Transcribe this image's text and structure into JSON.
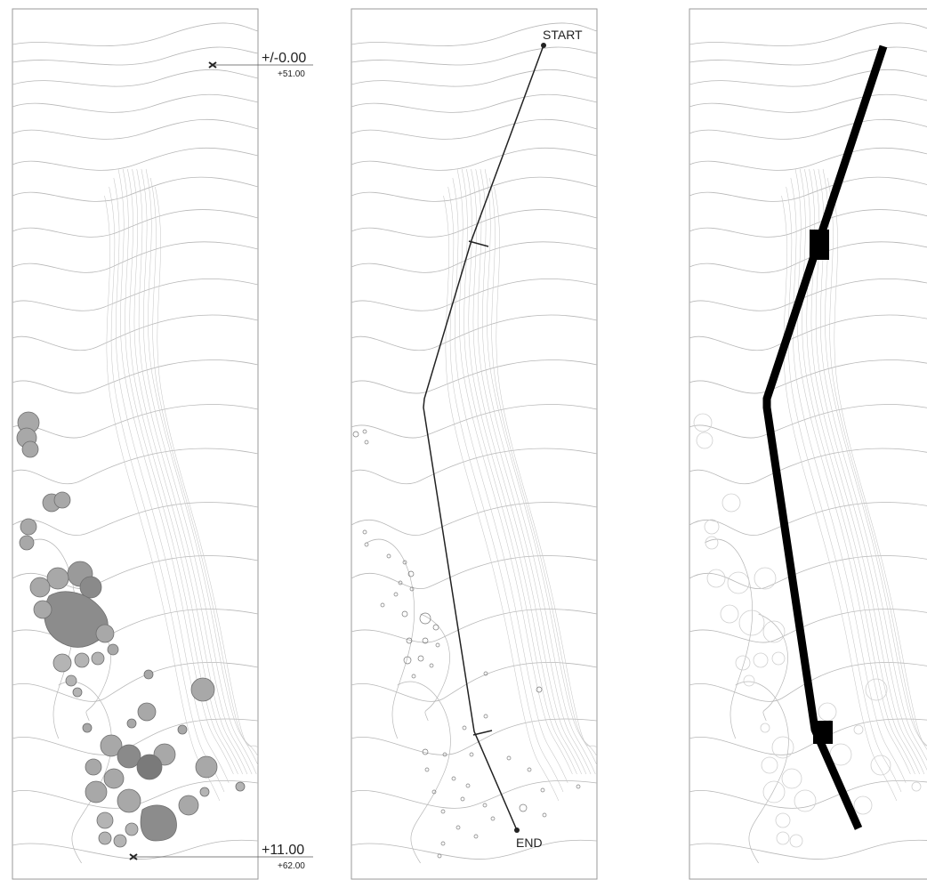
{
  "panels": [
    {
      "id": "vegetation-plan"
    },
    {
      "id": "route-plan"
    },
    {
      "id": "path-plan"
    }
  ],
  "elevations": {
    "top": {
      "main": "+/-0.00",
      "sub": "+51.00"
    },
    "bottom": {
      "main": "+11.00",
      "sub": "+62.00"
    }
  },
  "route": {
    "start_label": "START",
    "end_label": "END"
  },
  "colors": {
    "contour": "#b7b7b7",
    "tree_fill": "#a8a8a8",
    "tree_dark": "#7a7a7a",
    "route_line": "#222222",
    "path_fill": "#000000"
  }
}
